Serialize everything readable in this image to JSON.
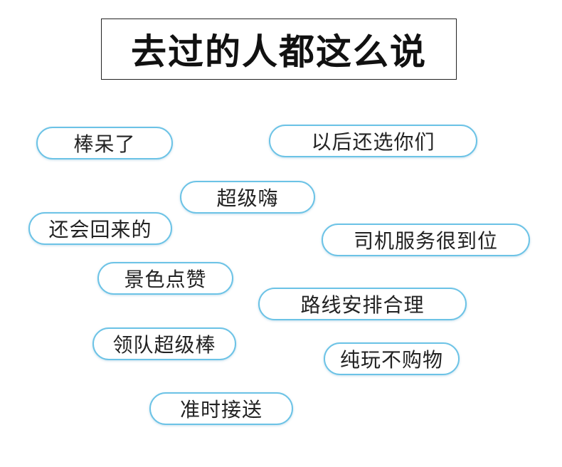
{
  "title": "去过的人都这么说",
  "accent_color": "#6cc3e6",
  "tags": [
    "棒呆了",
    "以后还选你们",
    "超级嗨",
    "还会回来的",
    "司机服务很到位",
    "景色点赞",
    "路线安排合理",
    "领队超级棒",
    "纯玩不购物",
    "准时接送"
  ]
}
